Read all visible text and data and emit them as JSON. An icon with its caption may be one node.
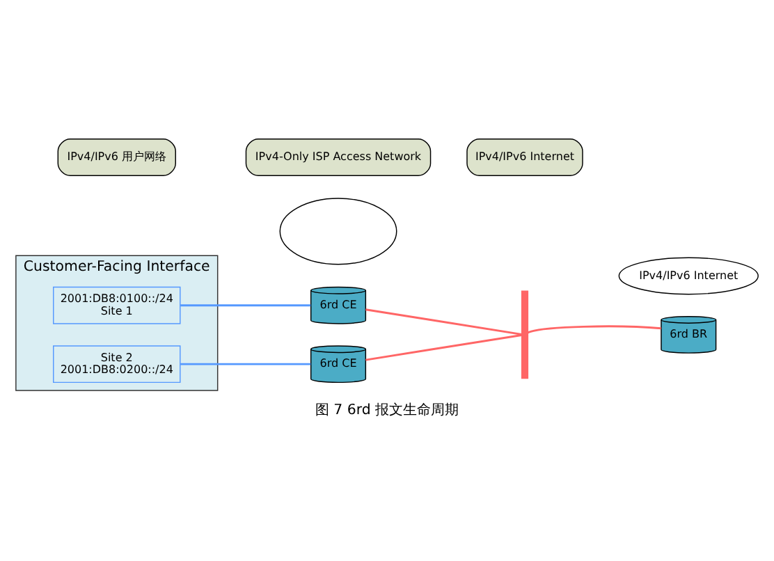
{
  "diagram": {
    "caption": "图 7 6rd 报文生命周期",
    "nodes": [
      {
        "text": [
          "Customer-Facing Interface"
        ]
      },
      {
        "text": [
          "2001:DB8:0100::/24",
          "Site 1"
        ],
        "in": 0
      },
      {
        "text": [
          "Site 2",
          "2001:DB8:0200::/24"
        ],
        "in": 0
      },
      {
        "text": [],
        "shape": "cloud"
      },
      {
        "text": [
          "6rd CE"
        ]
      },
      {
        "text": [
          "6rd CE"
        ]
      },
      {
        "text": [
          "6rd BR"
        ]
      },
      {
        "text": [
          "IPv4/IPv6 Internet"
        ]
      },
      {
        "text": [],
        "shape": "bar"
      },
      {
        "text": [
          "IPv4/IPv6 用户网络"
        ]
      },
      {
        "text": [
          "IPv4-Only ISP Access Network"
        ]
      },
      {
        "text": [
          "IPv4/IPv6 Internet"
        ]
      }
    ],
    "edges": [
      {
        "from": 1,
        "to": 4,
        "arrow": "none",
        "color": "#5599ff"
      },
      {
        "from": 2,
        "to": 5,
        "arrow": "none",
        "color": "#5599ff"
      },
      {
        "from": 4,
        "to": 8,
        "arrow": "none"
      },
      {
        "from": 5,
        "to": 8,
        "arrow": "none"
      },
      {
        "from": 6,
        "to": 8,
        "arrow": "none"
      }
    ]
  }
}
